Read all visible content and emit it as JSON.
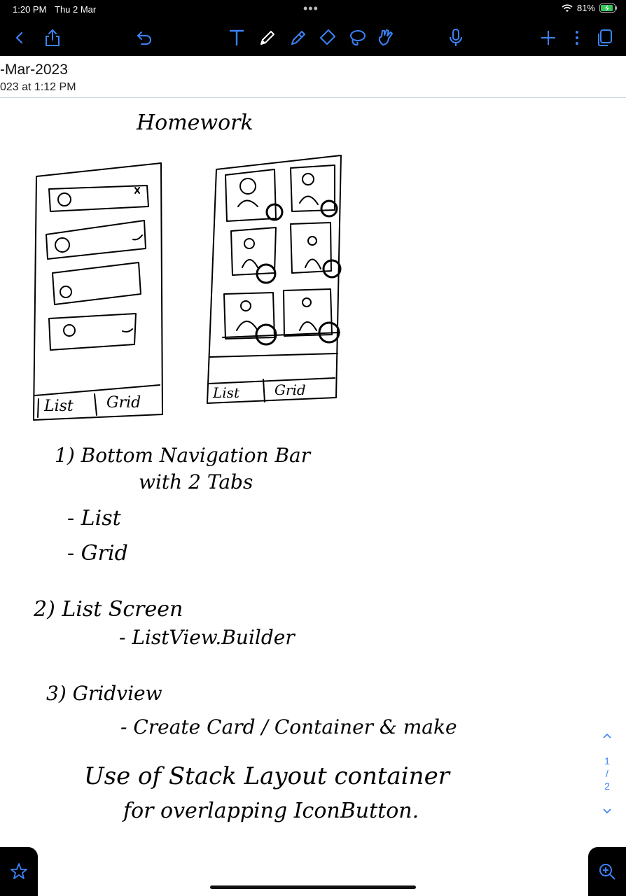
{
  "status": {
    "time": "1:20 PM",
    "date": "Thu 2 Mar",
    "battery": "81%"
  },
  "toolbar": {
    "icons": [
      "back-icon",
      "share-icon",
      "undo-icon",
      "text-tool-icon",
      "pen-tool-icon",
      "highlighter-tool-icon",
      "eraser-tool-icon",
      "lasso-tool-icon",
      "shapes-tool-icon",
      "mic-icon",
      "add-icon",
      "more-icon",
      "pages-icon"
    ]
  },
  "document": {
    "title": "-Mar-2023",
    "subtitle": "023 at 1:12 PM"
  },
  "note": {
    "heading": "Homework",
    "list_tab": "List",
    "grid_tab": "Grid",
    "grid_list_tab": "List",
    "grid_grid_tab": "Grid",
    "line1": "1)  Bottom Navigation Bar",
    "line2": "with  2 Tabs",
    "line3": "-  List",
    "line4": "-  Grid",
    "line5": "2)  List Screen",
    "line6": "-  ListView.Builder",
    "line7": "3)  Gridview",
    "line8": "-  Create   Card / Container  &  make",
    "line9": "Use   of   Stack  Layout  container",
    "line10": "for  overlapping  IconButton."
  },
  "pager": {
    "current": "1",
    "sep": "/",
    "total": "2"
  }
}
